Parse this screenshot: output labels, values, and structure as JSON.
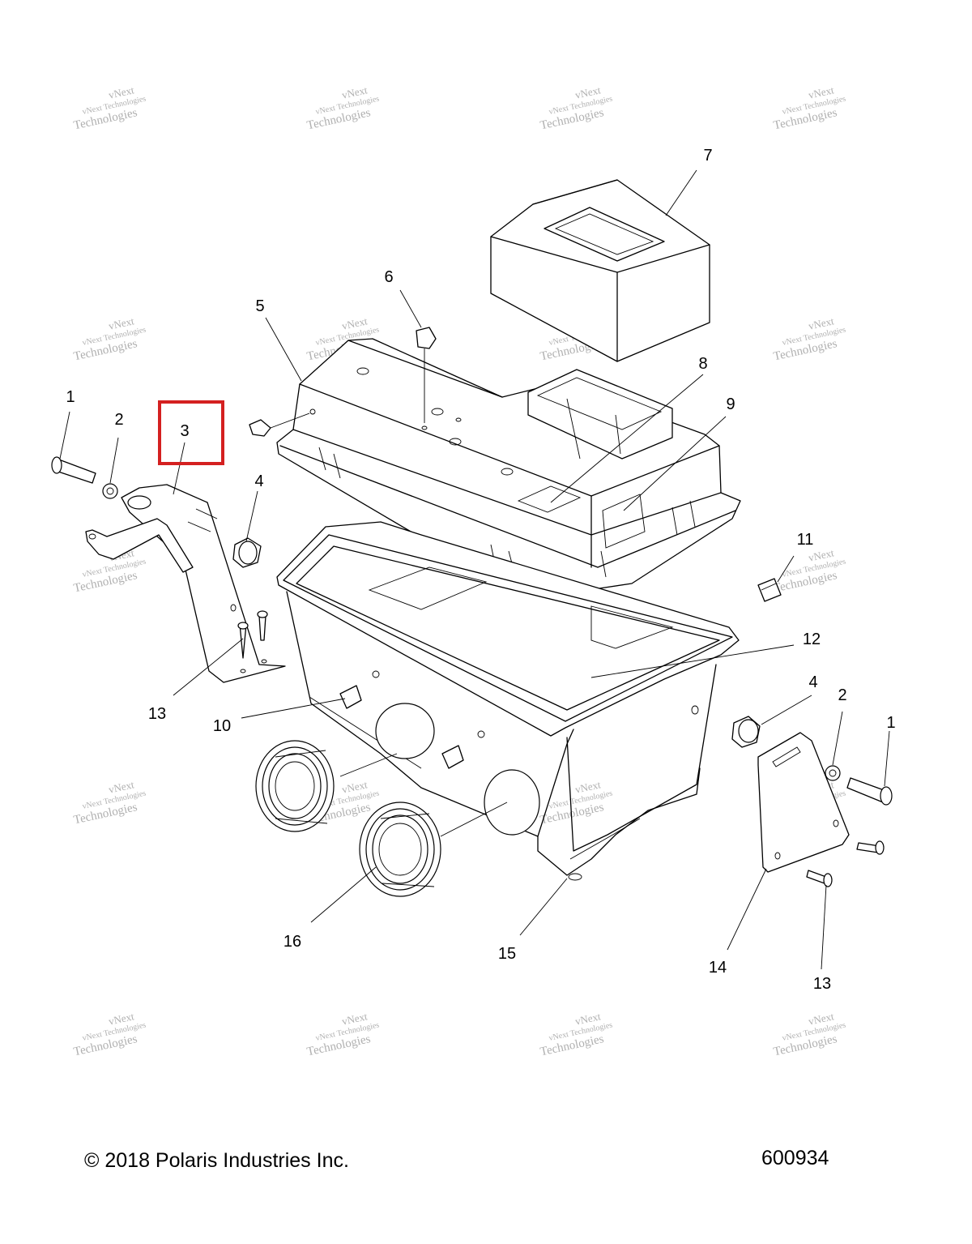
{
  "footer": {
    "copyright": "© 2018 Polaris Industries Inc.",
    "diagram_number": "600934"
  },
  "watermark": {
    "line1": "vNext Technologies",
    "line2": "Technologies",
    "line3": "vNext"
  },
  "callouts": {
    "c1_left": "1",
    "c2_left": "2",
    "c3": "3",
    "c4_left": "4",
    "c5": "5",
    "c6": "6",
    "c7": "7",
    "c8": "8",
    "c9": "9",
    "c10": "10",
    "c11": "11",
    "c12": "12",
    "c13_left": "13",
    "c4_right": "4",
    "c2_right": "2",
    "c1_right": "1",
    "c14": "14",
    "c13_right": "13",
    "c15": "15",
    "c16": "16"
  },
  "highlight": {
    "color": "#d42020",
    "target_callout": "3"
  }
}
